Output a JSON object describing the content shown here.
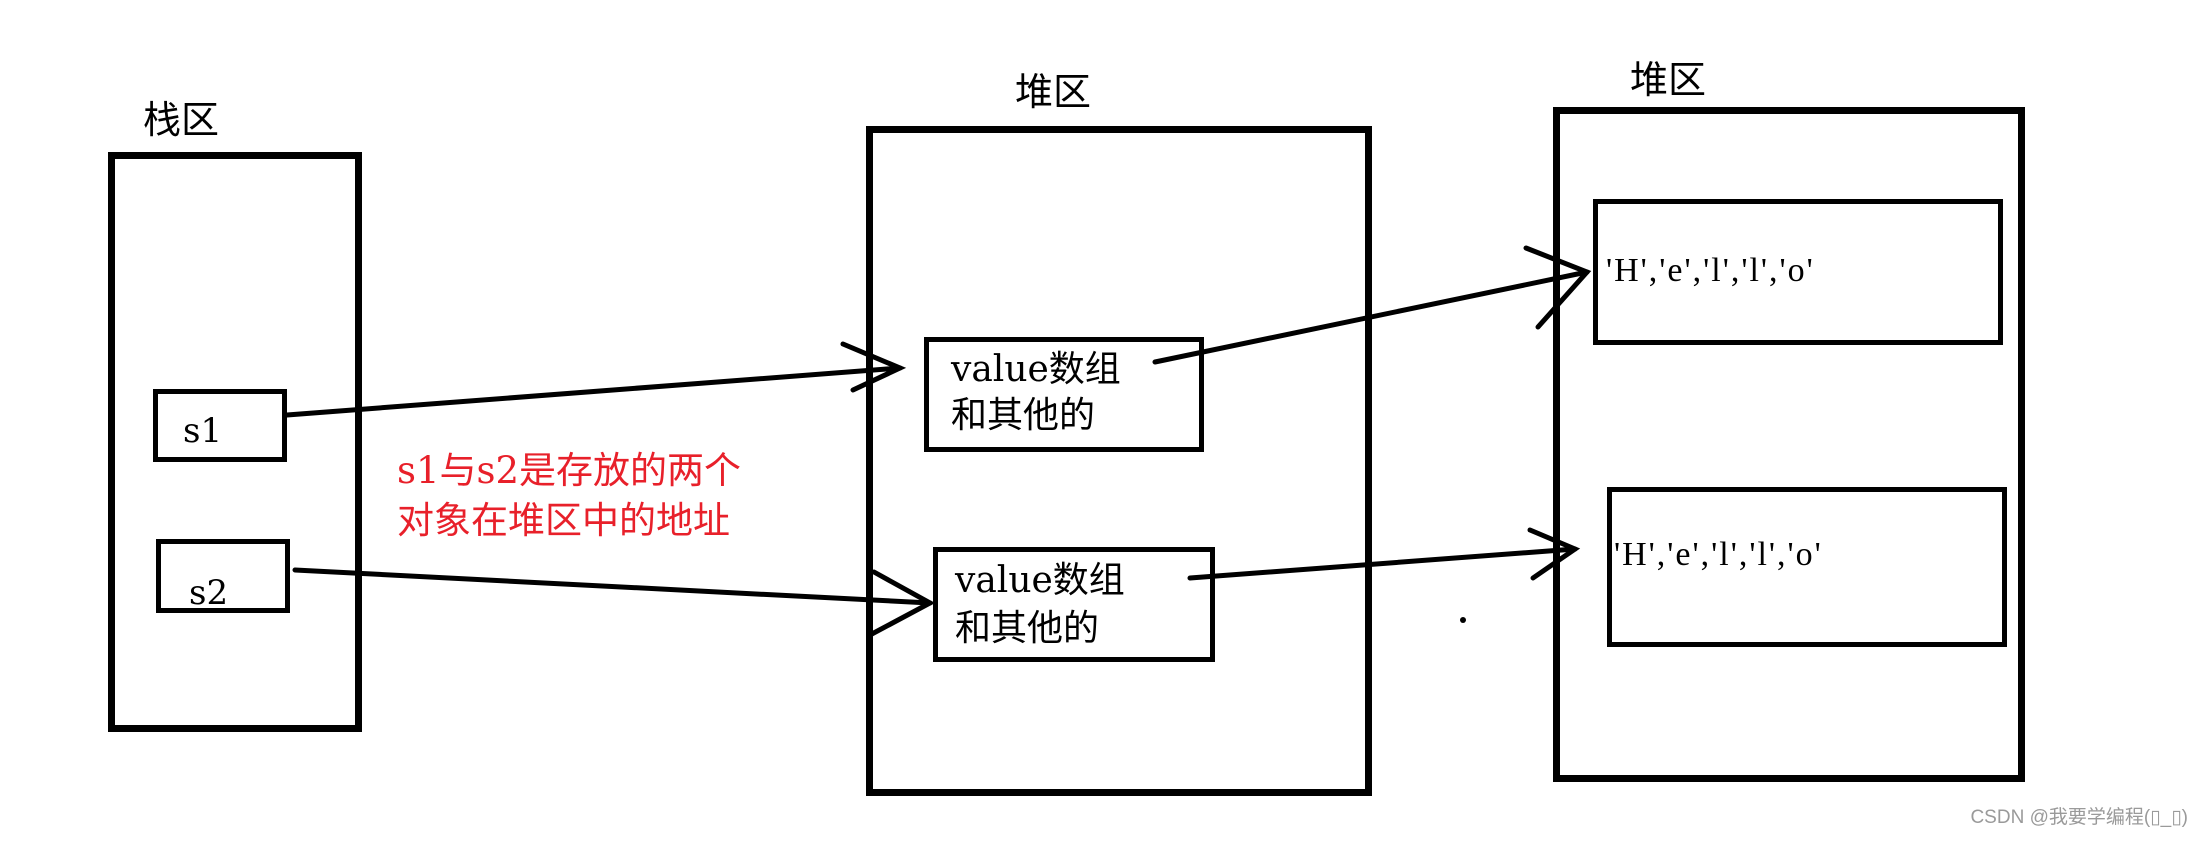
{
  "regions": {
    "stack": {
      "title": "栈区"
    },
    "heap_objects": {
      "title": "堆区"
    },
    "heap_arrays": {
      "title": "堆区"
    }
  },
  "stack_vars": [
    {
      "name": "s1"
    },
    {
      "name": "s2"
    }
  ],
  "heap_objects": [
    {
      "line1": "value数组",
      "line2": "和其他的"
    },
    {
      "line1": "value数组",
      "line2": "和其他的"
    }
  ],
  "heap_arrays": [
    {
      "content": "'H','e','l','l','o'"
    },
    {
      "content": "'H','e','l','l','o'"
    }
  ],
  "note": {
    "line1": "s1与s2是存放的两个",
    "line2": "对象在堆区中的地址",
    "color": "#e8202a"
  },
  "arrows": [
    {
      "from": "s1",
      "to": "heap_object_1"
    },
    {
      "from": "s2",
      "to": "heap_object_2"
    },
    {
      "from": "heap_object_1",
      "to": "heap_array_1"
    },
    {
      "from": "heap_object_2",
      "to": "heap_array_2"
    }
  ],
  "watermark": "CSDN @我要学编程(▯_▯)"
}
